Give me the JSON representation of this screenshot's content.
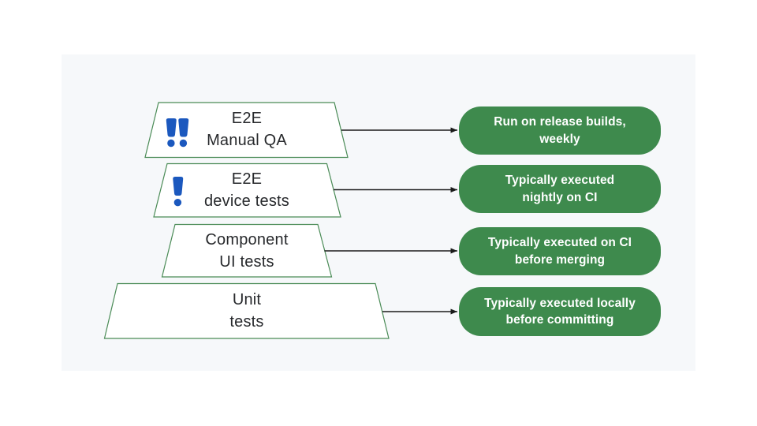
{
  "diagram": {
    "type": "test-pyramid",
    "layers": [
      {
        "label": "E2E\nManual QA",
        "icon": "double-exclamation-icon",
        "note": "Run on release builds,\nweekly"
      },
      {
        "label": "E2E\ndevice tests",
        "icon": "single-exclamation-icon",
        "note": "Typically executed\nnightly on CI"
      },
      {
        "label": "Component\nUI tests",
        "icon": null,
        "note": "Typically executed on CI\nbefore merging"
      },
      {
        "label": "Unit\ntests",
        "icon": null,
        "note": "Typically executed locally\nbefore committing"
      }
    ],
    "colors": {
      "note_box_green": "#3e8a4d",
      "trapezoid_fill": "#ffffff",
      "trapezoid_stroke": "#4a8b56",
      "icon_blue": "#1b58be",
      "arrow_black": "#1b1b1b",
      "label_text": "#27292c",
      "note_text": "#ffffff",
      "panel_background": "#f6f8fa",
      "page_background": "#ffffff"
    }
  }
}
